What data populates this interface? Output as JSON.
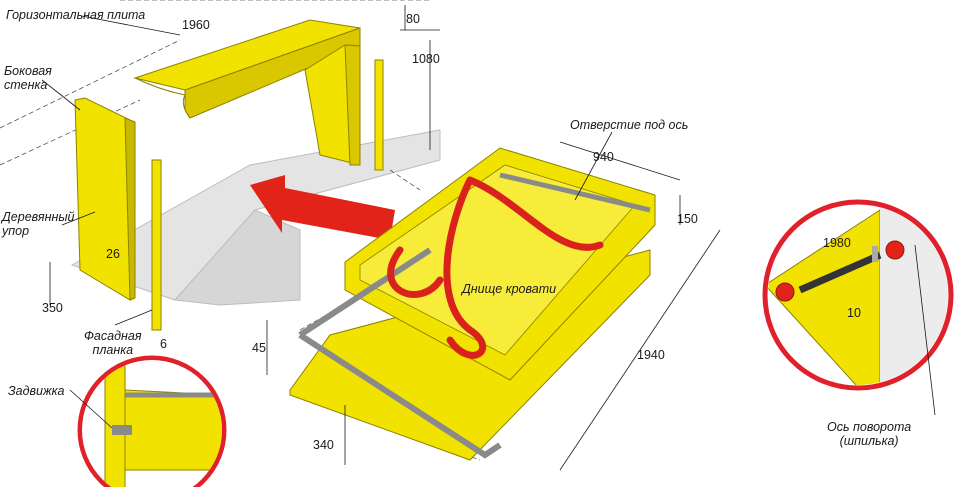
{
  "labels": {
    "horizontal_plate": "Горизонтальная плита",
    "side_wall_line1": "Боковая",
    "side_wall_line2": "стенка",
    "wooden_stop_line1": "Деревянный",
    "wooden_stop_line2": "упор",
    "facade_strip_line1": "Фасадная",
    "facade_strip_line2": "планка",
    "latch": "Задвижка",
    "axis_hole": "Отверстие под ось",
    "bed_bottom": "Днище кровати",
    "pivot_axis_line1": "Ось поворота",
    "pivot_axis_line2": "(шпилька)"
  },
  "dimensions": {
    "plate_length": "1960",
    "plate_thickness": "80",
    "total_height": "1080",
    "stop_width": "26",
    "stop_height": "350",
    "strip_thickness": "6",
    "frame_width": "940",
    "frame_height": "150",
    "frame_length": "1940",
    "bottom_thickness": "45",
    "bottom_offset": "340",
    "pin_length": "1980",
    "pin_diameter": "10"
  },
  "colors": {
    "wood_yellow": "#f2e200",
    "wood_edge": "#c9b800",
    "arrow_red": "#e2231a",
    "ribbon_red": "#d9221c",
    "callout_border": "#e0202a",
    "metal_gray": "#8a8a8a",
    "base_gray": "#dcdcdc",
    "line_dark": "#1a1a1a"
  }
}
